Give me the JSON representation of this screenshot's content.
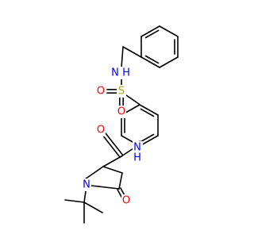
{
  "atoms": {
    "sulfonyl_S": {
      "symbol": "S",
      "color": "#b3a400"
    },
    "sulfonyl_O_left": {
      "symbol": "O",
      "color": "#ff0000"
    },
    "sulfonyl_O_bottom": {
      "symbol": "O",
      "color": "#ff0000"
    },
    "sulfonamide_N": {
      "symbol": "N",
      "color": "#0000ff"
    },
    "sulfonamide_H": {
      "symbol": "H",
      "color": "#0000ff"
    },
    "amide_N": {
      "symbol": "N",
      "color": "#0000ff"
    },
    "amide_H": {
      "symbol": "H",
      "color": "#0000ff"
    },
    "amide_O": {
      "symbol": "O",
      "color": "#ff0000"
    },
    "pyrrolidine_N": {
      "symbol": "N",
      "color": "#0000ff"
    },
    "lactam_O": {
      "symbol": "O",
      "color": "#ff0000"
    }
  }
}
